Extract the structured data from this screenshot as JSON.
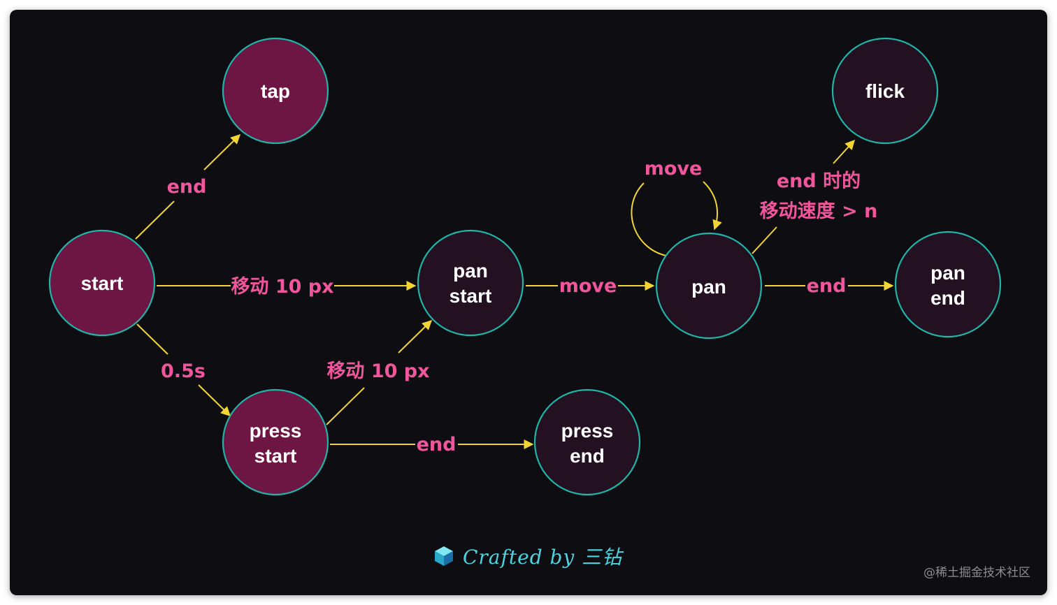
{
  "colors": {
    "background": "#0e0e12",
    "node_fill_active": "#6d1644",
    "node_fill_dark": "#231020",
    "node_stroke": "#1fb5a8",
    "edge_line": "#f2d535",
    "edge_label": "#f0569b",
    "credit_text": "#4fd3e0"
  },
  "nodes": {
    "start": [
      "start"
    ],
    "tap": [
      "tap"
    ],
    "pan_start": [
      "pan",
      "start"
    ],
    "press_start": [
      "press",
      "start"
    ],
    "pan": [
      "pan"
    ],
    "flick": [
      "flick"
    ],
    "pan_end": [
      "pan",
      "end"
    ],
    "press_end": [
      "press",
      "end"
    ]
  },
  "edges": {
    "start_tap": "end",
    "start_pan_start": "移动 10 px",
    "start_press_start": "0.5s",
    "press_start_pan_start": "移动 10 px",
    "press_start_press_end": "end",
    "pan_start_pan": "move",
    "pan_loop": "move",
    "pan_flick_line1": "end 时的",
    "pan_flick_line2": "移动速度 > n",
    "pan_pan_end": "end"
  },
  "credit": {
    "icon": "cube-icon",
    "text": "Crafted by 三钻"
  },
  "watermark": "@稀土掘金技术社区"
}
